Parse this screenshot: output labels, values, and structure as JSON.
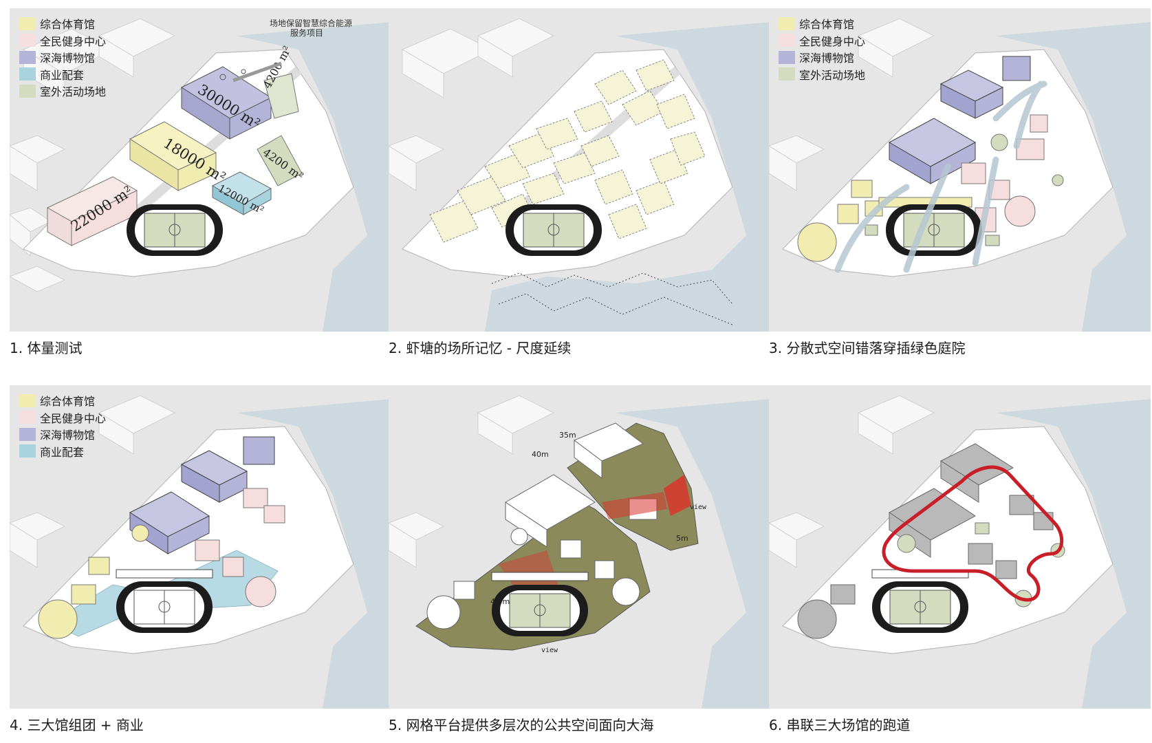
{
  "colors": {
    "gym": "#f1edb0",
    "fitness": "#f6dede",
    "museum": "#b4b4d8",
    "commercial": "#a7d2de",
    "outdoor": "#d4dcc0",
    "running_track": "#c81e28"
  },
  "legend_full": {
    "gym": "综合体育馆",
    "fitness": "全民健身中心",
    "museum": "深海博物馆",
    "commercial": "商业配套",
    "outdoor": "室外活动场地"
  },
  "legend_p3": {
    "gym": "综合体育馆",
    "fitness": "全民健身中心",
    "museum": "深海博物馆",
    "outdoor": "室外活动场地"
  },
  "legend_p4": {
    "gym": "综合体育馆",
    "fitness": "全民健身中心",
    "museum": "深海博物馆",
    "commercial": "商业配套"
  },
  "panel1": {
    "note_line1": "场地保留智慧综合能源",
    "note_line2": "服务项目",
    "area_fitness": "22000 m²",
    "area_gym": "18000 m²",
    "area_museum": "30000 m²",
    "area_outdoor_1": "4200 m²",
    "area_outdoor_2": "4200 m²",
    "area_commercial": "12000 m²"
  },
  "panel5": {
    "height_35": "35m",
    "height_40": "40m",
    "height_5a": "5m",
    "height_5b": "4.5m",
    "view_1": "view",
    "view_2": "view"
  },
  "captions": {
    "p1": "1. 体量测试",
    "p2": "2. 虾塘的场所记忆 - 尺度延续",
    "p3": "3. 分散式空间错落穿插绿色庭院",
    "p4": "4. 三大馆组团 + 商业",
    "p5": "5. 网格平台提供多层次的公共空间面向大海",
    "p6": "6. 串联三大场馆的跑道"
  }
}
